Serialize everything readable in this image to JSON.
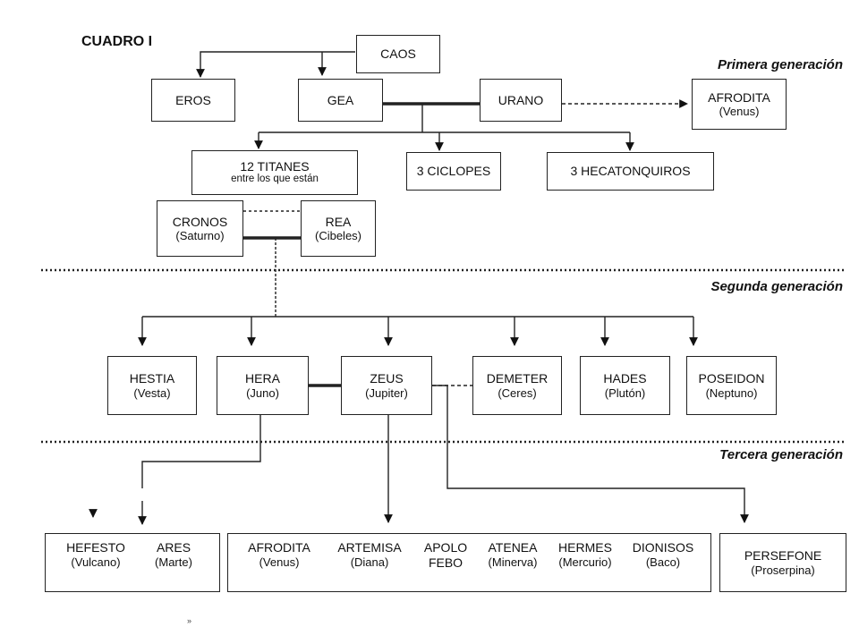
{
  "title": "CUADRO I",
  "generations": [
    "Primera generación",
    "Segunda generación",
    "Tercera generación"
  ],
  "first": {
    "caos": "CAOS",
    "eros": "EROS",
    "gea": "GEA",
    "urano": "URANO",
    "afrodita": {
      "name": "AFRODITA",
      "roman": "(Venus)"
    },
    "titanes": {
      "name": "12 TITANES",
      "note": "entre los que están"
    },
    "ciclopes": "3 CICLOPES",
    "hecatonquiros": "3 HECATONQUIROS",
    "cronos": {
      "name": "CRONOS",
      "roman": "(Saturno)"
    },
    "rea": {
      "name": "REA",
      "roman": "(Cibeles)"
    }
  },
  "second": [
    {
      "name": "HESTIA",
      "roman": "(Vesta)"
    },
    {
      "name": "HERA",
      "roman": "(Juno)"
    },
    {
      "name": "ZEUS",
      "roman": "(Jupiter)"
    },
    {
      "name": "DEMETER",
      "roman": "(Ceres)"
    },
    {
      "name": "HADES",
      "roman": "(Plutón)"
    },
    {
      "name": "POSEIDON",
      "roman": "(Neptuno)"
    }
  ],
  "third": {
    "hera_children": [
      {
        "name": "HEFESTO",
        "roman": "(Vulcano)"
      },
      {
        "name": "ARES",
        "roman": "(Marte)"
      }
    ],
    "zeus_children": [
      {
        "name": "AFRODITA",
        "roman": "(Venus)"
      },
      {
        "name": "ARTEMISA",
        "roman": "(Diana)"
      },
      {
        "name": "APOLO",
        "roman": "FEBO"
      },
      {
        "name": "ATENEA",
        "roman": "(Minerva)"
      },
      {
        "name": "HERMES",
        "roman": "(Mercurio)"
      },
      {
        "name": "DIONISOS",
        "roman": "(Baco)"
      }
    ],
    "persefone": {
      "name": "PERSEFONE",
      "roman": "(Proserpina)"
    }
  },
  "footnote": "»"
}
